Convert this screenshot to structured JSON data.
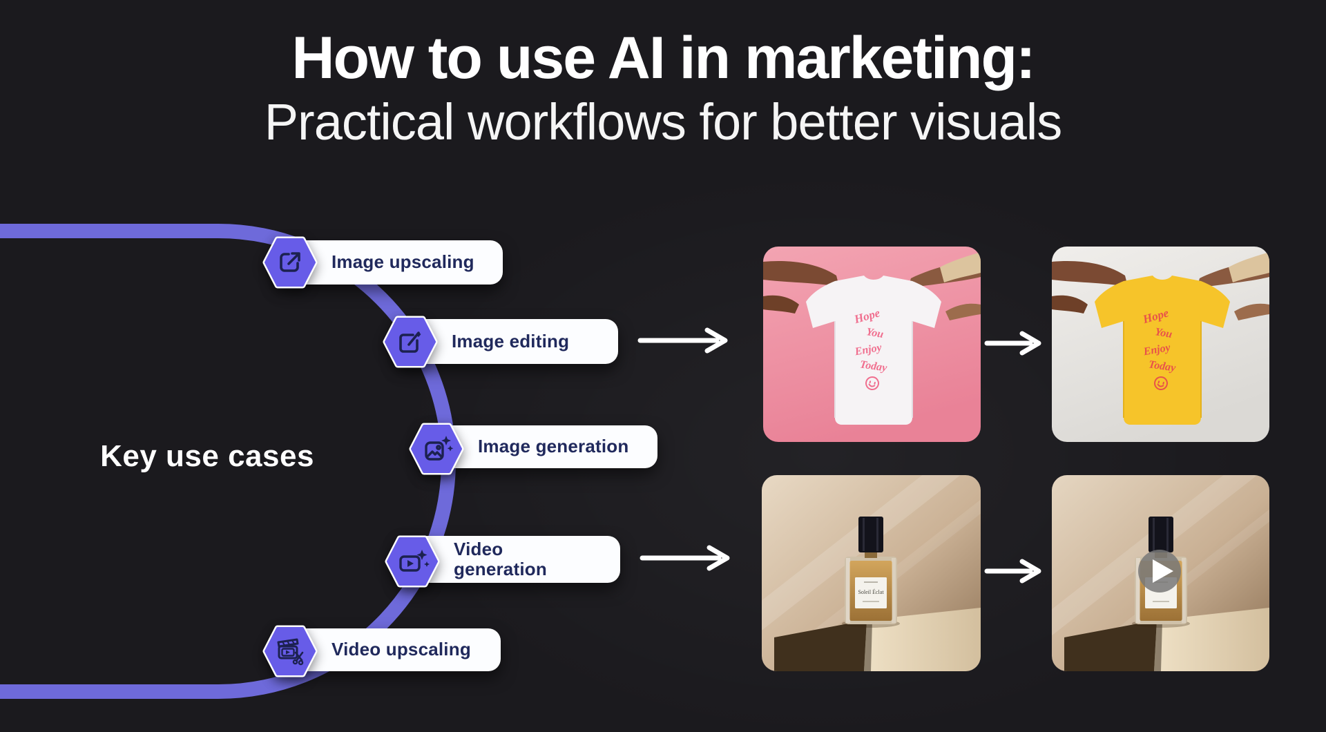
{
  "header": {
    "title": "How to use AI in marketing:",
    "subtitle": "Practical workflows for better visuals"
  },
  "diagram": {
    "center_label": "Key use cases",
    "use_cases": [
      {
        "label": "Image upscaling",
        "icon": "image-upscaling-icon"
      },
      {
        "label": "Image editing",
        "icon": "image-editing-icon"
      },
      {
        "label": "Image generation",
        "icon": "image-generation-icon"
      },
      {
        "label": "Video generation",
        "icon": "video-generation-icon"
      },
      {
        "label": "Video upscaling",
        "icon": "video-upscaling-icon"
      }
    ]
  },
  "examples": {
    "tshirt": {
      "print_lines": [
        "Hope",
        "You",
        "Enjoy",
        "Today"
      ]
    },
    "perfume": {
      "label_text": "Soleil Éclat"
    }
  },
  "colors": {
    "background": "#1b1a1e",
    "accent_arc": "#6e6ada",
    "badge_purple": "#675ce8",
    "icon_stroke": "#1c2150",
    "pill_bg": "#fcfdff",
    "pill_text": "#20295c",
    "tshirt_before_bg": "#ee8da0",
    "tshirt_after_color": "#f6c32a",
    "arrow": "#ffffff"
  }
}
